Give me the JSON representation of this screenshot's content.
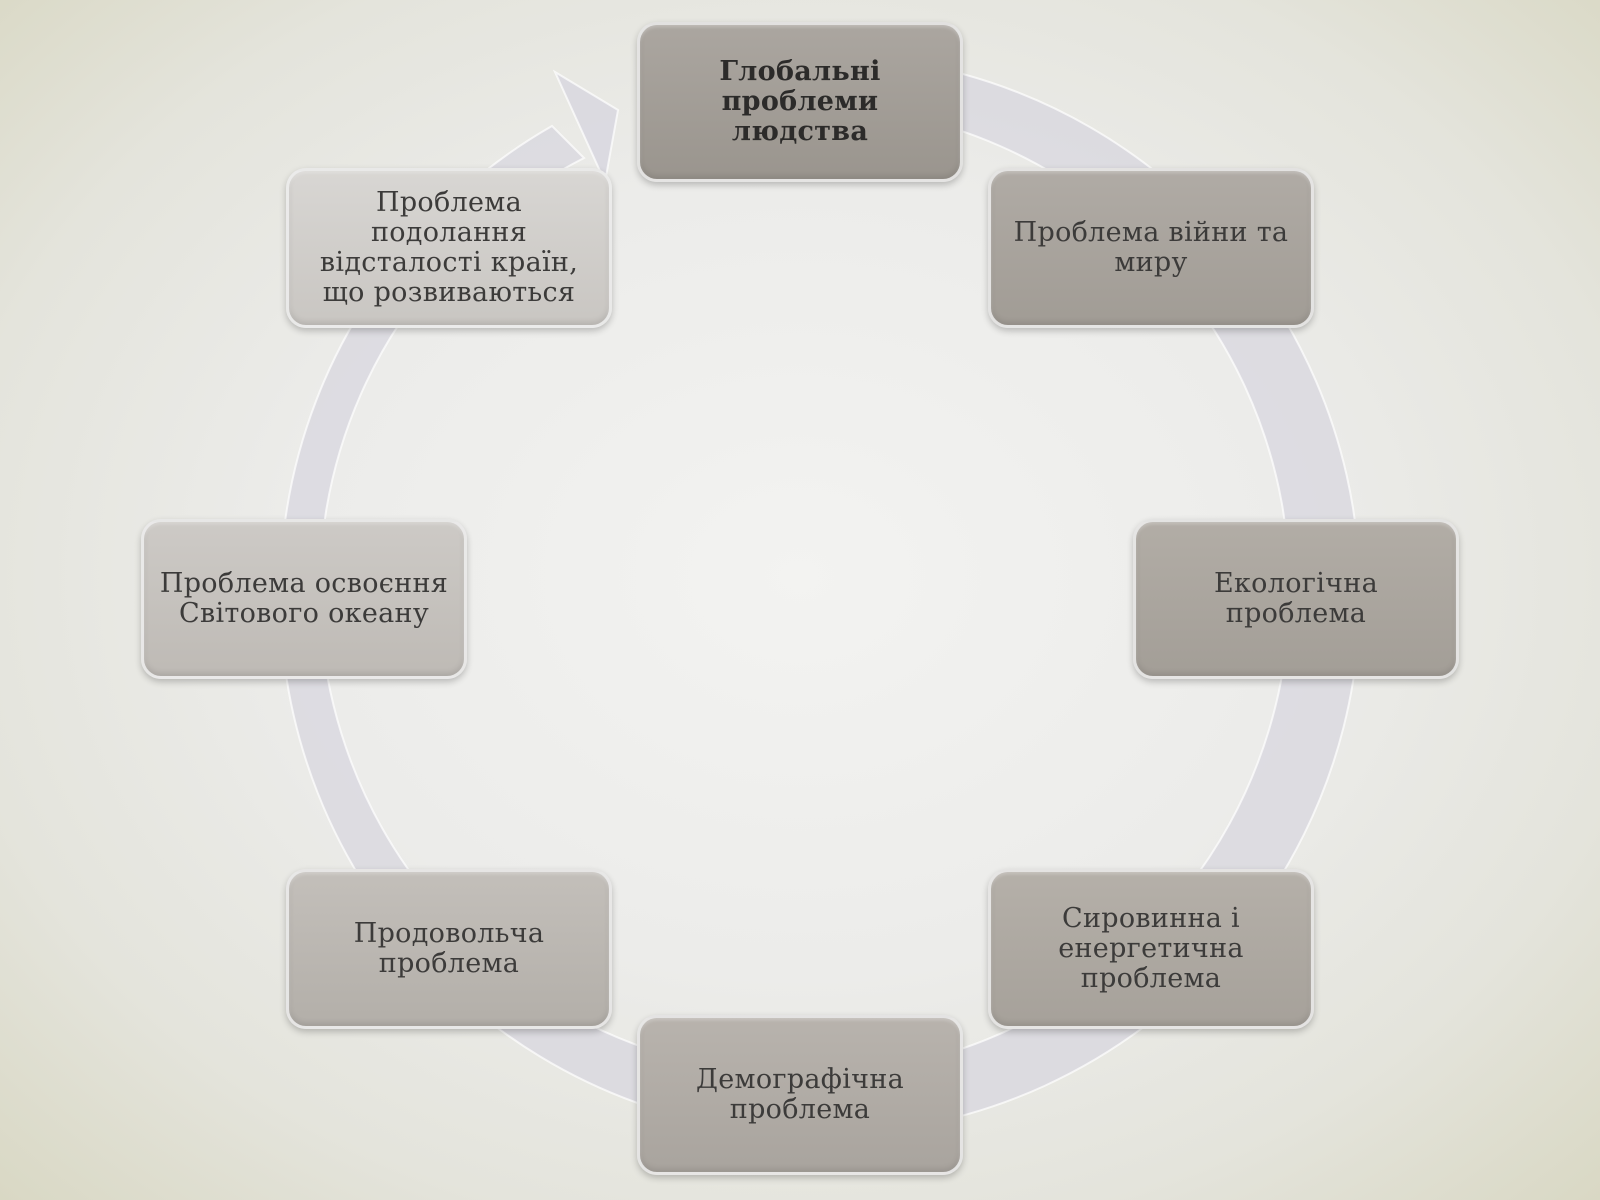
{
  "diagram": {
    "type": "cycle",
    "center": "Глобальні проблеми людства",
    "items": [
      {
        "id": "war",
        "text": "Проблема війни та миру"
      },
      {
        "id": "eco",
        "text": "Екологічна проблема"
      },
      {
        "id": "raw",
        "text": "Сировинна і енергетична проблема"
      },
      {
        "id": "demo",
        "text": "Демографічна проблема"
      },
      {
        "id": "food",
        "text": "Продовольча проблема"
      },
      {
        "id": "ocean",
        "text": "Проблема освоєння Світового океану"
      },
      {
        "id": "backward",
        "text": "Проблема подолання відсталості країн, що розвиваються"
      }
    ],
    "colors": {
      "ring": "#d6d5de",
      "box_dark": "#9f9a93",
      "box_light": "#cdcac6",
      "text": "#3c3b3a"
    }
  }
}
